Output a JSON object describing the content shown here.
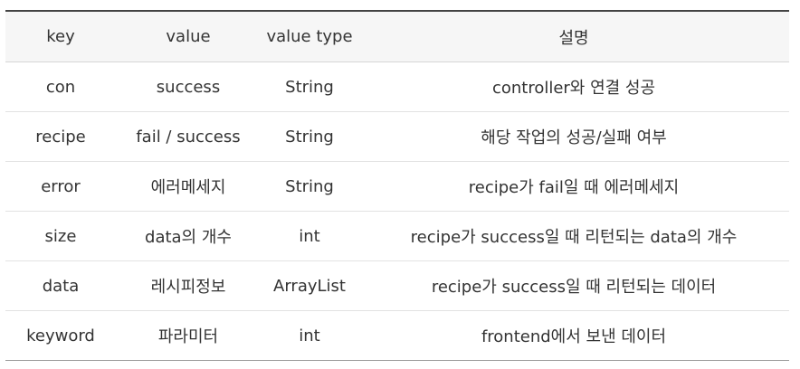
{
  "table": {
    "headers": [
      "key",
      "value",
      "value type",
      "설명"
    ],
    "rows": [
      [
        "con",
        "success",
        "String",
        "controller와 연결 성공"
      ],
      [
        "recipe",
        "fail / success",
        "String",
        "해당 작업의 성공/실패 여부"
      ],
      [
        "error",
        "에러메세지",
        "String",
        "recipe가 fail일 때 에러메세지"
      ],
      [
        "size",
        "data의 개수",
        "int",
        "recipe가 success일 때 리턴되는 data의 개수"
      ],
      [
        "data",
        "레시피정보",
        "ArrayList",
        "recipe가 success일 때 리턴되는 데이터"
      ],
      [
        "keyword",
        "파라미터",
        "int",
        "frontend에서 보낸 데이터"
      ]
    ]
  }
}
